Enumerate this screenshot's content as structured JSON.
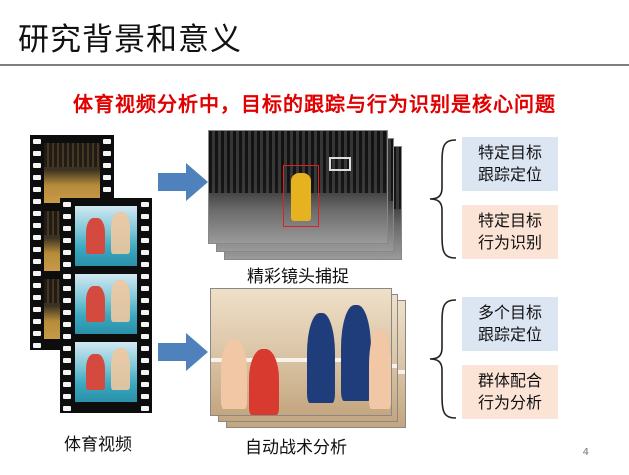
{
  "slide": {
    "title": "研究背景和意义",
    "subtitle": "体育视频分析中，目标的跟踪与行为识别是核心问题",
    "page_number": "4"
  },
  "left": {
    "caption": "体育视频"
  },
  "top_flow": {
    "caption": "精彩镜头捕捉",
    "tags": [
      {
        "text": "特定目标\n跟踪定位",
        "color": "#dce6f2"
      },
      {
        "text": "特定目标\n行为识别",
        "color": "#fbe3d6"
      }
    ]
  },
  "bottom_flow": {
    "caption": "自动战术分析",
    "tags": [
      {
        "text": "多个目标\n跟踪定位",
        "color": "#dce6f2"
      },
      {
        "text": "群体配合\n行为分析",
        "color": "#fbe3d6"
      }
    ]
  },
  "colors": {
    "accent_red": "#e00000",
    "arrow_blue": "#4f81bd",
    "tag_blue": "#dce6f2",
    "tag_peach": "#fbe3d6"
  },
  "icons": {
    "arrow": "right-arrow-icon",
    "brace": "left-curly-brace-icon"
  }
}
